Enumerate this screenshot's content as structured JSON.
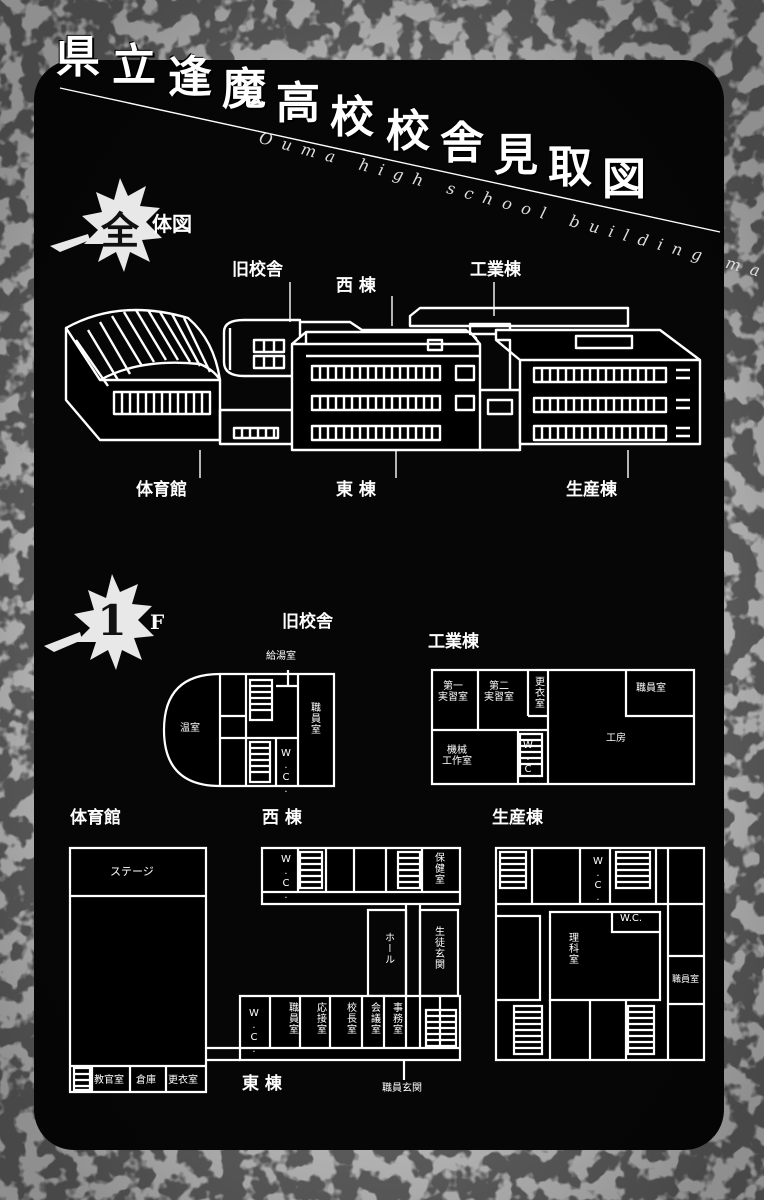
{
  "title": {
    "chars": [
      "県",
      "立",
      "逢",
      "魔",
      "高",
      "校",
      "校",
      "舎",
      "見",
      "取",
      "図"
    ],
    "subtitle": "Ouma high school building map"
  },
  "overview": {
    "mark": "全",
    "heading": "体図",
    "labels": {
      "old_building": "旧校舎",
      "west_building": "西 棟",
      "industrial_building": "工業棟",
      "gym": "体育館",
      "east_building": "東 棟",
      "production_building": "生産棟"
    }
  },
  "floor1": {
    "mark": "1",
    "heading": "F",
    "section_labels": {
      "old_building": "旧校舎",
      "industrial_building": "工業棟",
      "gym": "体育館",
      "west_building": "西 棟",
      "production_building": "生産棟",
      "east_building": "東 棟"
    },
    "rooms": {
      "kyuto": "給湯室",
      "onshitsu": "温室",
      "shokuin_old": "職員室",
      "wc_old": "W.C.",
      "dai1": "第一\n実習室",
      "dai2": "第二\n実習室",
      "koui_ind": "更衣室",
      "shokuin_ind": "職員室",
      "kikai": "機械\n工作室",
      "wc_ind": "W.C.",
      "kobo": "工房",
      "stage": "ステージ",
      "kyukan": "教官室",
      "soko": "倉庫",
      "koui_gym": "更衣室",
      "wc_west": "W.C.",
      "hoken": "保健室",
      "hall": "ホール",
      "seito_genkan": "生徒玄関",
      "wc_east": "W.C.",
      "shokuin_east": "職員室",
      "osetsu": "応接室",
      "kocho": "校長室",
      "kaigi": "会議室",
      "jimu": "事務室",
      "shokuin_genkan": "職員玄関",
      "wc_prod": "W.C.",
      "wc_prod2": "W.C.",
      "rika": "理科室",
      "shokuin_prod": "職員室"
    }
  }
}
